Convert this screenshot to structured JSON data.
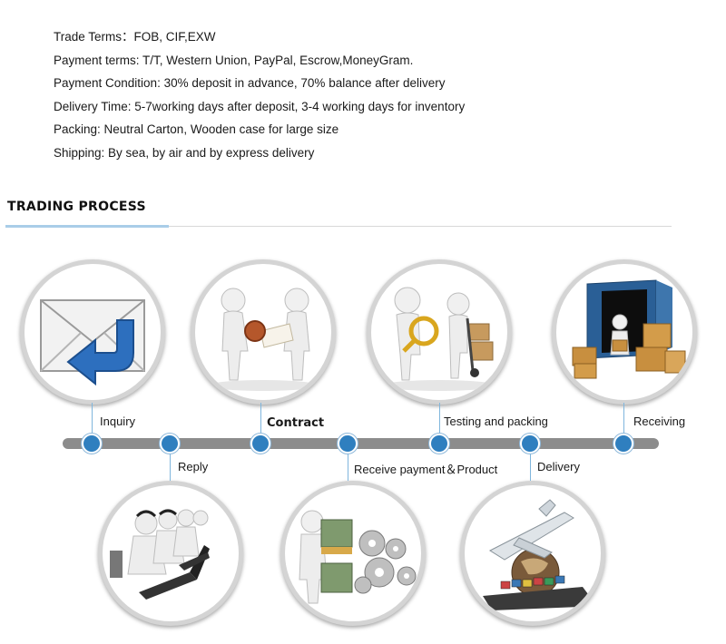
{
  "terms": [
    "Trade Terms：FOB, CIF,EXW",
    "Payment terms: T/T, Western Union, PayPal, Escrow,MoneyGram.",
    "Payment Condition: 30% deposit in advance, 70% balance after delivery",
    "Delivery Time: 5-7working days after deposit, 3-4 working days for inventory",
    "Packing: Neutral Carton, Wooden case for large size",
    "Shipping: By sea,  by air and by express delivery"
  ],
  "section_title": "TRADING  PROCESS",
  "colors": {
    "timeline_bar": "#8c8c8c",
    "dot": "#2f7fbf",
    "stem": "#7fb6dd",
    "accent_rule": "#a9cde8"
  },
  "steps": [
    {
      "label": "Inquiry",
      "icon": "envelope-icon",
      "position": "top"
    },
    {
      "label": "Reply",
      "icon": "call-center-icon",
      "position": "bottom"
    },
    {
      "label": "Contract",
      "icon": "handshake-contract-icon",
      "position": "top"
    },
    {
      "label": "Receive payment＆Product",
      "icon": "money-gears-icon",
      "position": "bottom"
    },
    {
      "label": "Testing and packing",
      "icon": "magnifier-inspection-icon",
      "position": "top"
    },
    {
      "label": "Delivery",
      "icon": "airplane-ship-icon",
      "position": "bottom"
    },
    {
      "label": "Receiving",
      "icon": "container-boxes-icon",
      "position": "top"
    }
  ]
}
